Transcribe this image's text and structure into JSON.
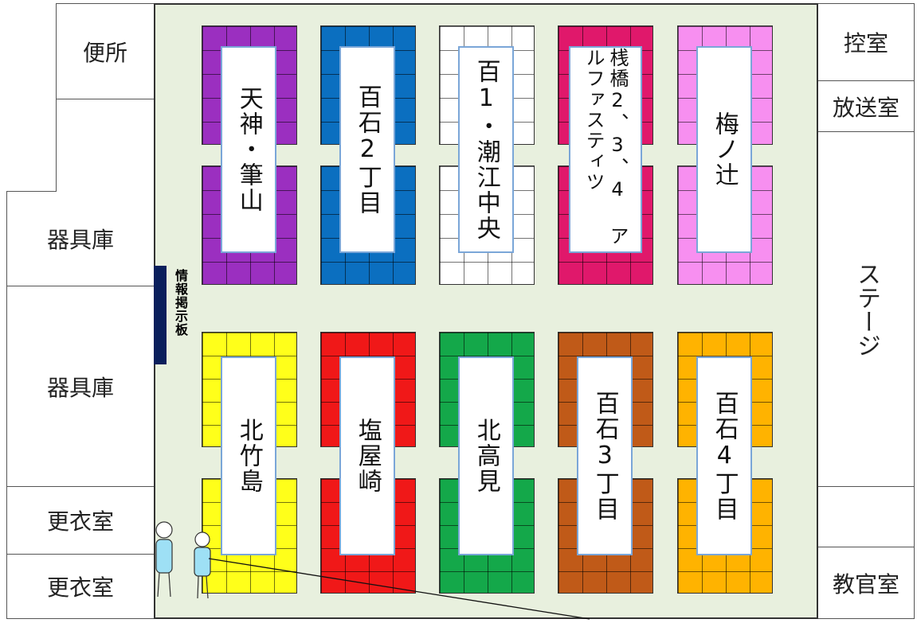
{
  "rooms": {
    "toilet": "便所",
    "storage1": "器具庫",
    "storage2": "器具庫",
    "locker1": "更衣室",
    "locker2": "更衣室",
    "waiting": "控室",
    "broadcast": "放送室",
    "stage": "ステージ",
    "teachers": "教官室"
  },
  "board": "情報掲示板",
  "areas": [
    {
      "name": "天神・筆山",
      "color": "#9b2fc0"
    },
    {
      "name": "百石2丁目",
      "color": "#0b6fc0"
    },
    {
      "name": "百1・潮江中央",
      "color": "#ffffff"
    },
    {
      "name": "桟橋2、3、4 アルファスティツ",
      "color": "#e0186b"
    },
    {
      "name": "梅ノ辻",
      "color": "#f78ff0"
    },
    {
      "name": "北竹島",
      "color": "#ffff1a"
    },
    {
      "name": "塩屋崎",
      "color": "#f01818"
    },
    {
      "name": "北高見",
      "color": "#14a84a"
    },
    {
      "name": "百石3丁目",
      "color": "#c05a18"
    },
    {
      "name": "百石4丁目",
      "color": "#ffb300"
    }
  ]
}
